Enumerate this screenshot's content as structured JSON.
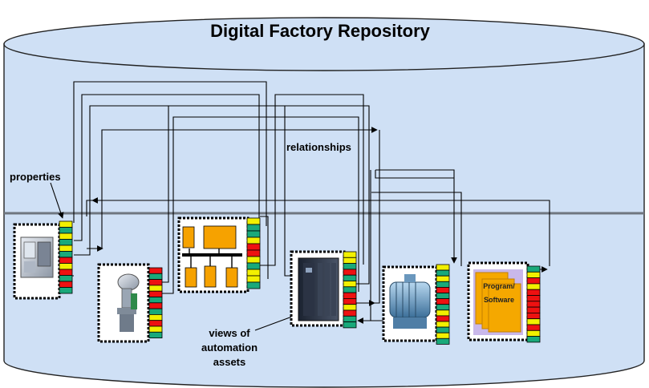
{
  "title": "Digital Factory Repository",
  "labels": {
    "properties": "properties",
    "relationships": "relationships",
    "views_line1": "views of",
    "views_line2": "automation",
    "views_line3": "assets"
  },
  "software_asset": {
    "line1": "Program/",
    "line2": "Software"
  },
  "colors": {
    "cylinder_fill": "#cfe0f5",
    "cylinder_stroke": "#222222",
    "equator_line": "#6f7680",
    "property_green": "#19a97a",
    "property_yellow": "#f2f000",
    "property_red": "#ee1111",
    "software_orange": "#f5a800",
    "software_purple": "#c9b8ea",
    "network_orange": "#f6a200"
  },
  "assets": [
    {
      "name": "drive-controller",
      "icon": "drive-controller-icon",
      "properties": [
        "yellow",
        "green",
        "yellow",
        "green",
        "yellow",
        "green",
        "red",
        "yellow",
        "red",
        "green",
        "red",
        "green"
      ]
    },
    {
      "name": "pressure-transmitter",
      "icon": "pressure-transmitter-icon",
      "properties": [
        "red",
        "green",
        "red",
        "yellow",
        "red",
        "green",
        "red",
        "green",
        "yellow",
        "red",
        "yellow",
        "green"
      ]
    },
    {
      "name": "plc-network",
      "icon": "network-diagram-icon",
      "properties": [
        "yellow",
        "green",
        "green",
        "yellow",
        "red",
        "red",
        "yellow",
        "green",
        "yellow",
        "yellow",
        "green"
      ]
    },
    {
      "name": "plc-rack",
      "icon": "plc-rack-icon",
      "properties": [
        "yellow",
        "yellow",
        "green",
        "red",
        "green",
        "yellow",
        "green",
        "red",
        "red",
        "yellow",
        "red",
        "green",
        "green"
      ]
    },
    {
      "name": "electric-motor",
      "icon": "electric-motor-icon",
      "properties": [
        "yellow",
        "green",
        "yellow",
        "green",
        "red",
        "green",
        "red",
        "green",
        "yellow",
        "red",
        "yellow",
        "green",
        "yellow",
        "green"
      ]
    },
    {
      "name": "program-software",
      "icon": "software-pages-icon",
      "properties": [
        "green",
        "yellow",
        "red",
        "yellow",
        "red",
        "red",
        "red",
        "red",
        "red",
        "yellow",
        "red",
        "yellow",
        "green"
      ]
    }
  ]
}
